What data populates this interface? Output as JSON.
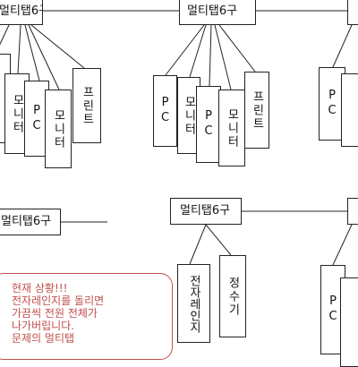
{
  "labels": {
    "multitap": "멀티탭6구",
    "pc": "PC",
    "monitor": "모니터",
    "printer": "프린트",
    "microwave": "전자레인지",
    "purifier": "정수기"
  },
  "note": {
    "lines": [
      "현재 상황!!!",
      "전자레인지를 돌리면",
      "가끔씩 전원 전체가",
      "나가버립니다.",
      "문제의 멀티탭"
    ]
  },
  "colors": {
    "line": "#222222",
    "note_border": "#c0504d",
    "note_text": "#c0504d"
  }
}
